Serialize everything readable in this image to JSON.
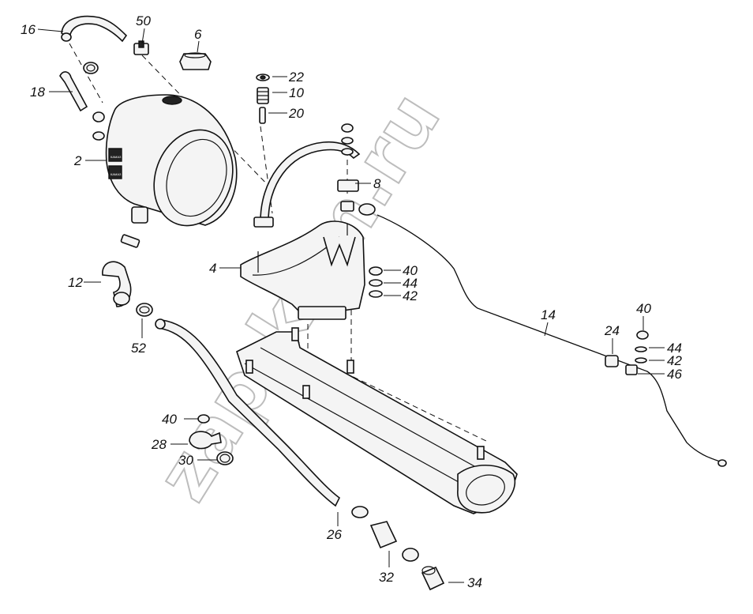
{
  "watermark": "zap-kam.ru",
  "callouts": {
    "p16": "16",
    "p50": "50",
    "p6": "6",
    "p18": "18",
    "p22": "22",
    "p10": "10",
    "p20": "20",
    "p2": "2",
    "p8": "8",
    "p4": "4",
    "p40a": "40",
    "p44a": "44",
    "p42a": "42",
    "p12": "12",
    "p52": "52",
    "p14": "14",
    "p24": "24",
    "p40b": "40",
    "p44b": "44",
    "p42b": "42",
    "p46": "46",
    "p40c": "40",
    "p28": "28",
    "p30": "30",
    "p26": "26",
    "p32": "32",
    "p34": "34"
  },
  "tank_marking_top": "КАМАЗ",
  "tank_marking_bottom": "КАМАЗ"
}
